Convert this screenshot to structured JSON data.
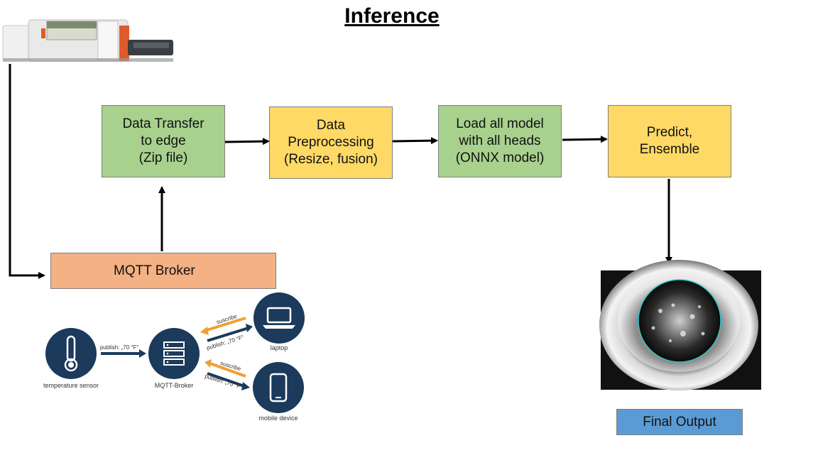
{
  "title": "Inference",
  "pipeline": {
    "step1": "Data Transfer\nto edge\n(Zip file)",
    "step2": "Data\nPreprocessing\n(Resize, fusion)",
    "step3": "Load all model\nwith all heads\n(ONNX model)",
    "step4": "Predict,\nEnsemble"
  },
  "broker_label": "MQTT Broker",
  "output_label": "Final Output",
  "mqtt_diagram": {
    "sensor_label": "temperature sensor",
    "broker_label": "MQTT-Broker",
    "laptop_label": "laptop",
    "mobile_label": "mobile device",
    "publish_sensor": "publish: „70 °F“",
    "subscribe_top": "suscribe",
    "publish_top": "publish: „70 °F“",
    "subscribe_bottom": "suscribe",
    "publish_bottom": "publish: „70 °F“"
  },
  "colors": {
    "green": "#a9d18e",
    "yellow": "#ffd966",
    "orange": "#f4b183",
    "blue": "#5b9bd5",
    "navy": "#1b3a5c",
    "accent_orange": "#f0a030",
    "ring": "#2ec4c4"
  },
  "icons": [
    "laser-machine-icon",
    "thermometer-icon",
    "server-icon",
    "laptop-icon",
    "smartphone-icon"
  ]
}
